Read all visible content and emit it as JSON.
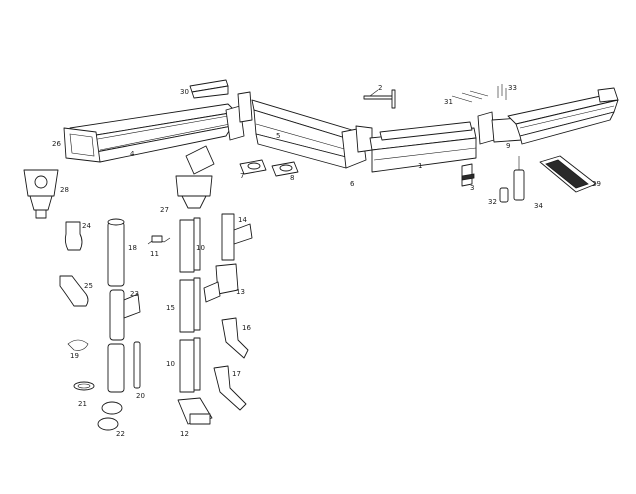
{
  "labels": [
    {
      "id": "1",
      "part": "gutter-section-1"
    },
    {
      "id": "2",
      "part": "gutter-hanger-bracket"
    },
    {
      "id": "3",
      "part": "fascia-bracket"
    },
    {
      "id": "4",
      "part": "gutter-section-4"
    },
    {
      "id": "5",
      "part": "gutter-section-5"
    },
    {
      "id": "6",
      "part": "inside-corner"
    },
    {
      "id": "7",
      "part": "gutter-outlet-7"
    },
    {
      "id": "8",
      "part": "gutter-outlet-8"
    },
    {
      "id": "9",
      "part": "outside-corner"
    },
    {
      "id": "10",
      "part": "downpipe-10-upper"
    },
    {
      "id": "11",
      "part": "pipe-clip"
    },
    {
      "id": "12",
      "part": "shoe-12"
    },
    {
      "id": "13",
      "part": "branch-13"
    },
    {
      "id": "14",
      "part": "branch-14"
    },
    {
      "id": "15",
      "part": "downpipe-15"
    },
    {
      "id": "16",
      "part": "offset-16"
    },
    {
      "id": "17",
      "part": "offset-17"
    },
    {
      "id": "18",
      "part": "round-pipe-18"
    },
    {
      "id": "19",
      "part": "round-clip-19"
    },
    {
      "id": "20",
      "part": "round-bracket-20"
    },
    {
      "id": "21",
      "part": "round-band-21"
    },
    {
      "id": "22",
      "part": "round-shoe-22"
    },
    {
      "id": "23",
      "part": "round-branch-23"
    },
    {
      "id": "24",
      "part": "round-bend-24"
    },
    {
      "id": "25",
      "part": "round-offset-25"
    },
    {
      "id": "26",
      "part": "stop-end-26"
    },
    {
      "id": "27",
      "part": "hopper-27"
    },
    {
      "id": "28",
      "part": "rainwater-head-28"
    },
    {
      "id": "29",
      "part": "leaf-guard-29"
    },
    {
      "id": "30",
      "part": "gutter-cover-30"
    },
    {
      "id": "31",
      "part": "screws-31"
    },
    {
      "id": "32",
      "part": "sealant-cap-32"
    },
    {
      "id": "33",
      "part": "rivets-33"
    },
    {
      "id": "34",
      "part": "sealant-tube-34"
    }
  ],
  "colors": {
    "line": "#1a1a1a",
    "fill": "#ffffff",
    "dark": "#2a2a2a"
  }
}
